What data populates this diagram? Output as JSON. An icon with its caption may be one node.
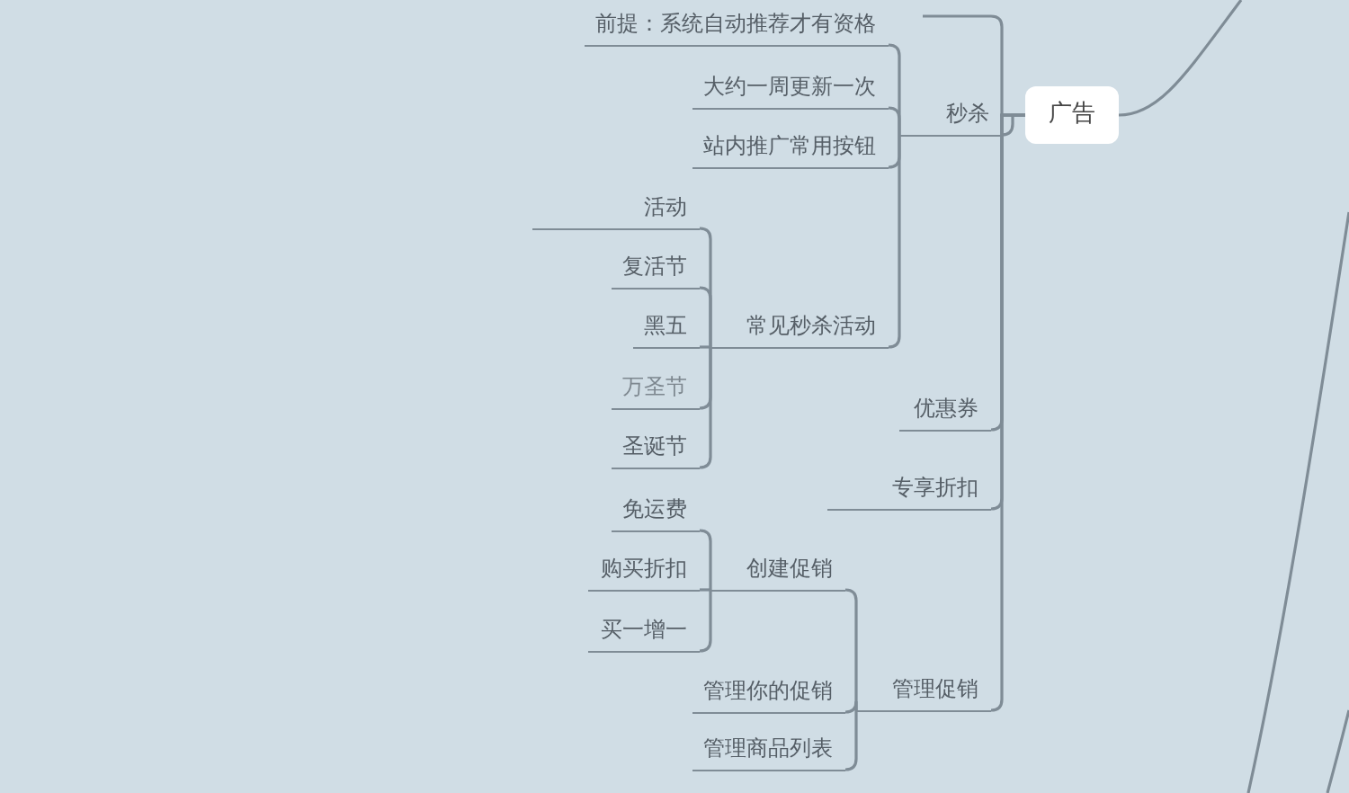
{
  "diagram": {
    "nodes": [
      {
        "text": [
          "广告"
        ]
      },
      {
        "text": [
          "秒杀"
        ]
      },
      {
        "text": [
          "前提：系统自动推荐才有资格"
        ]
      },
      {
        "text": [
          "大约一周更新一次"
        ]
      },
      {
        "text": [
          "站内推广常用按钮"
        ]
      },
      {
        "text": [
          "常见秒杀活动"
        ]
      },
      {
        "text": [
          "活动"
        ]
      },
      {
        "text": [
          "复活节"
        ]
      },
      {
        "text": [
          "黑五"
        ]
      },
      {
        "text": [
          "万圣节"
        ]
      },
      {
        "text": [
          "圣诞节"
        ]
      },
      {
        "text": [
          "优惠券"
        ]
      },
      {
        "text": [
          "专享折扣"
        ]
      },
      {
        "text": [
          "管理促销"
        ]
      },
      {
        "text": [
          "创建促销"
        ]
      },
      {
        "text": [
          "免运费"
        ]
      },
      {
        "text": [
          "购买折扣"
        ]
      },
      {
        "text": [
          "买一增一"
        ]
      },
      {
        "text": [
          "管理你的促销"
        ]
      },
      {
        "text": [
          "管理商品列表"
        ]
      }
    ],
    "edges": [
      {
        "from": null,
        "to": 0,
        "arrow": "none"
      },
      {
        "from": 0,
        "to": null,
        "arrow": "none"
      },
      {
        "from": 0,
        "to": 1,
        "arrow": "none"
      },
      {
        "from": 0,
        "to": 11,
        "arrow": "none"
      },
      {
        "from": 0,
        "to": 12,
        "arrow": "none"
      },
      {
        "from": 0,
        "to": 13,
        "arrow": "none"
      },
      {
        "from": 1,
        "to": 2,
        "arrow": "none"
      },
      {
        "from": 1,
        "to": 3,
        "arrow": "none"
      },
      {
        "from": 1,
        "to": 4,
        "arrow": "none"
      },
      {
        "from": 1,
        "to": 5,
        "arrow": "none"
      },
      {
        "from": 5,
        "to": 6,
        "arrow": "none"
      },
      {
        "from": 5,
        "to": 7,
        "arrow": "none"
      },
      {
        "from": 5,
        "to": 8,
        "arrow": "none"
      },
      {
        "from": 5,
        "to": 9,
        "arrow": "none"
      },
      {
        "from": 5,
        "to": 10,
        "arrow": "none"
      },
      {
        "from": 13,
        "to": 14,
        "arrow": "none"
      },
      {
        "from": 13,
        "to": 18,
        "arrow": "none"
      },
      {
        "from": 13,
        "to": 19,
        "arrow": "none"
      },
      {
        "from": 14,
        "to": 15,
        "arrow": "none"
      },
      {
        "from": 14,
        "to": 16,
        "arrow": "none"
      },
      {
        "from": 14,
        "to": 17,
        "arrow": "none"
      }
    ]
  }
}
